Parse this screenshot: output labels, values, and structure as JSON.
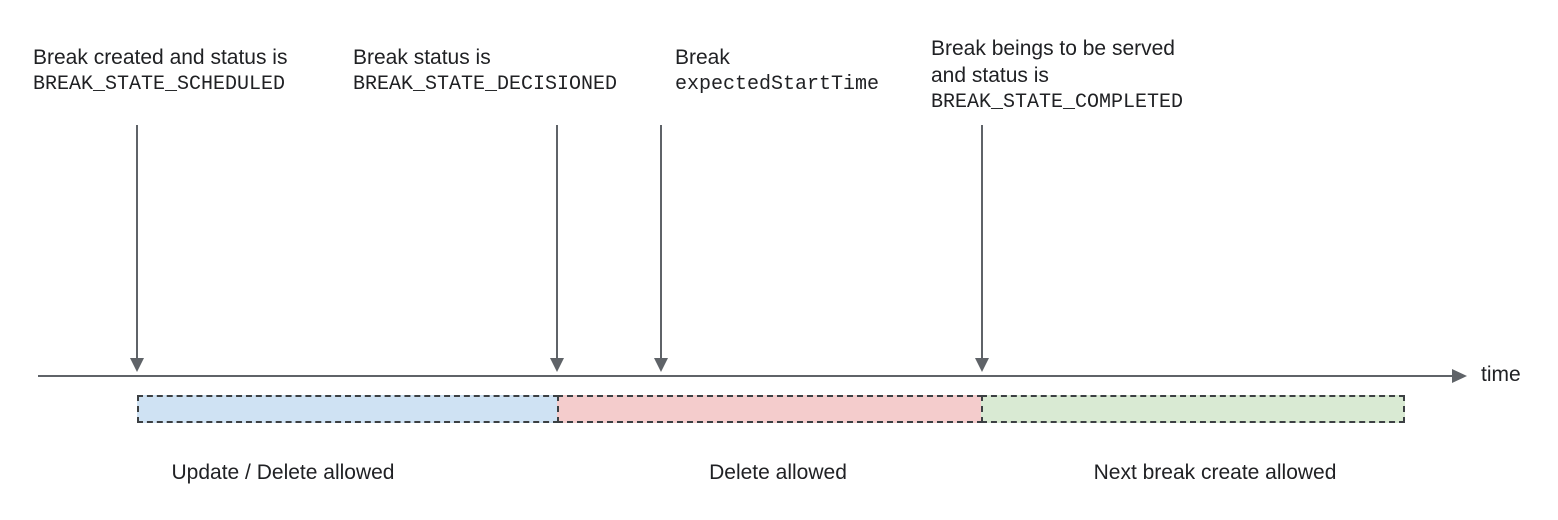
{
  "annotations": [
    {
      "line1": "Break created and status is",
      "code": "BREAK_STATE_SCHEDULED"
    },
    {
      "line1": "Break status is",
      "code": "BREAK_STATE_DECISIONED"
    },
    {
      "line1": "Break",
      "code": "expectedStartTime"
    },
    {
      "line1": "Break beings to be served",
      "line2": "and status is",
      "code": "BREAK_STATE_COMPLETED"
    }
  ],
  "timeline": {
    "label": "time",
    "axis_color": "#5f6368"
  },
  "bar": {
    "border_color": "#3c4043",
    "segments": [
      {
        "label": "Update / Delete allowed",
        "fill": "#cfe2f3"
      },
      {
        "label": "Delete allowed",
        "fill": "#f4cccc"
      },
      {
        "label": "Next break create allowed",
        "fill": "#d9ead3"
      }
    ]
  },
  "text_color": "#202124"
}
